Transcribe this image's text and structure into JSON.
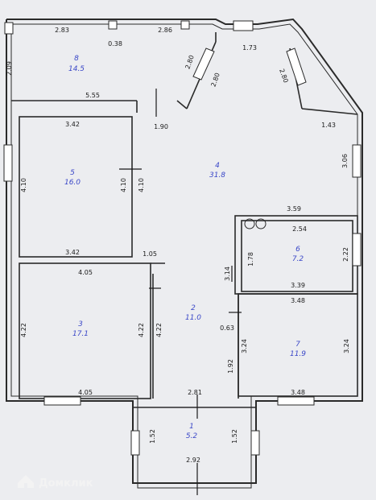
{
  "rooms": [
    {
      "id": "1",
      "number": "1",
      "area": "5.2"
    },
    {
      "id": "2",
      "number": "2",
      "area": "11.0"
    },
    {
      "id": "3",
      "number": "3",
      "area": "17.1"
    },
    {
      "id": "4",
      "number": "4",
      "area": "31.8"
    },
    {
      "id": "5",
      "number": "5",
      "area": "16.0"
    },
    {
      "id": "6",
      "number": "6",
      "area": "7.2"
    },
    {
      "id": "7",
      "number": "7",
      "area": "11.9"
    },
    {
      "id": "8",
      "number": "8",
      "area": "14.5"
    }
  ],
  "dimensions": {
    "d_2_83": "2.83",
    "d_0_38": "0.38",
    "d_2_86": "2.86",
    "d_1_73": "1.73",
    "d_2_09": "2.09",
    "d_2_80a": "2.80",
    "d_2_80b": "2.80",
    "d_2_80c": "2.80",
    "d_5_55": "5.55",
    "d_3_42_top": "3.42",
    "d_1_90": "1.90",
    "d_1_43": "1.43",
    "d_4_10a": "4.10",
    "d_4_10b": "4.10",
    "d_4_10c": "4.10",
    "d_3_06": "3.06",
    "d_3_59": "3.59",
    "d_2_54": "2.54",
    "d_3_42_bot": "3.42",
    "d_1_05": "1.05",
    "d_1_78": "1.78",
    "d_2_22": "2.22",
    "d_3_14": "3.14",
    "d_4_05": "4.05",
    "d_3_39": "3.39",
    "d_3_48_top": "3.48",
    "d_4_22a": "4.22",
    "d_4_22b": "4.22",
    "d_4_22c": "4.22",
    "d_0_63": "0.63",
    "d_3_24a": "3.24",
    "d_3_24b": "3.24",
    "d_1_92a": "1.92",
    "d_4_05_bot": "4.05",
    "d_2_81": "2.81",
    "d_3_48_bot": "3.48",
    "d_1_52a": "1.52",
    "d_1_52b": "1.52",
    "d_2_92": "2.92"
  },
  "watermark": "Домклик"
}
